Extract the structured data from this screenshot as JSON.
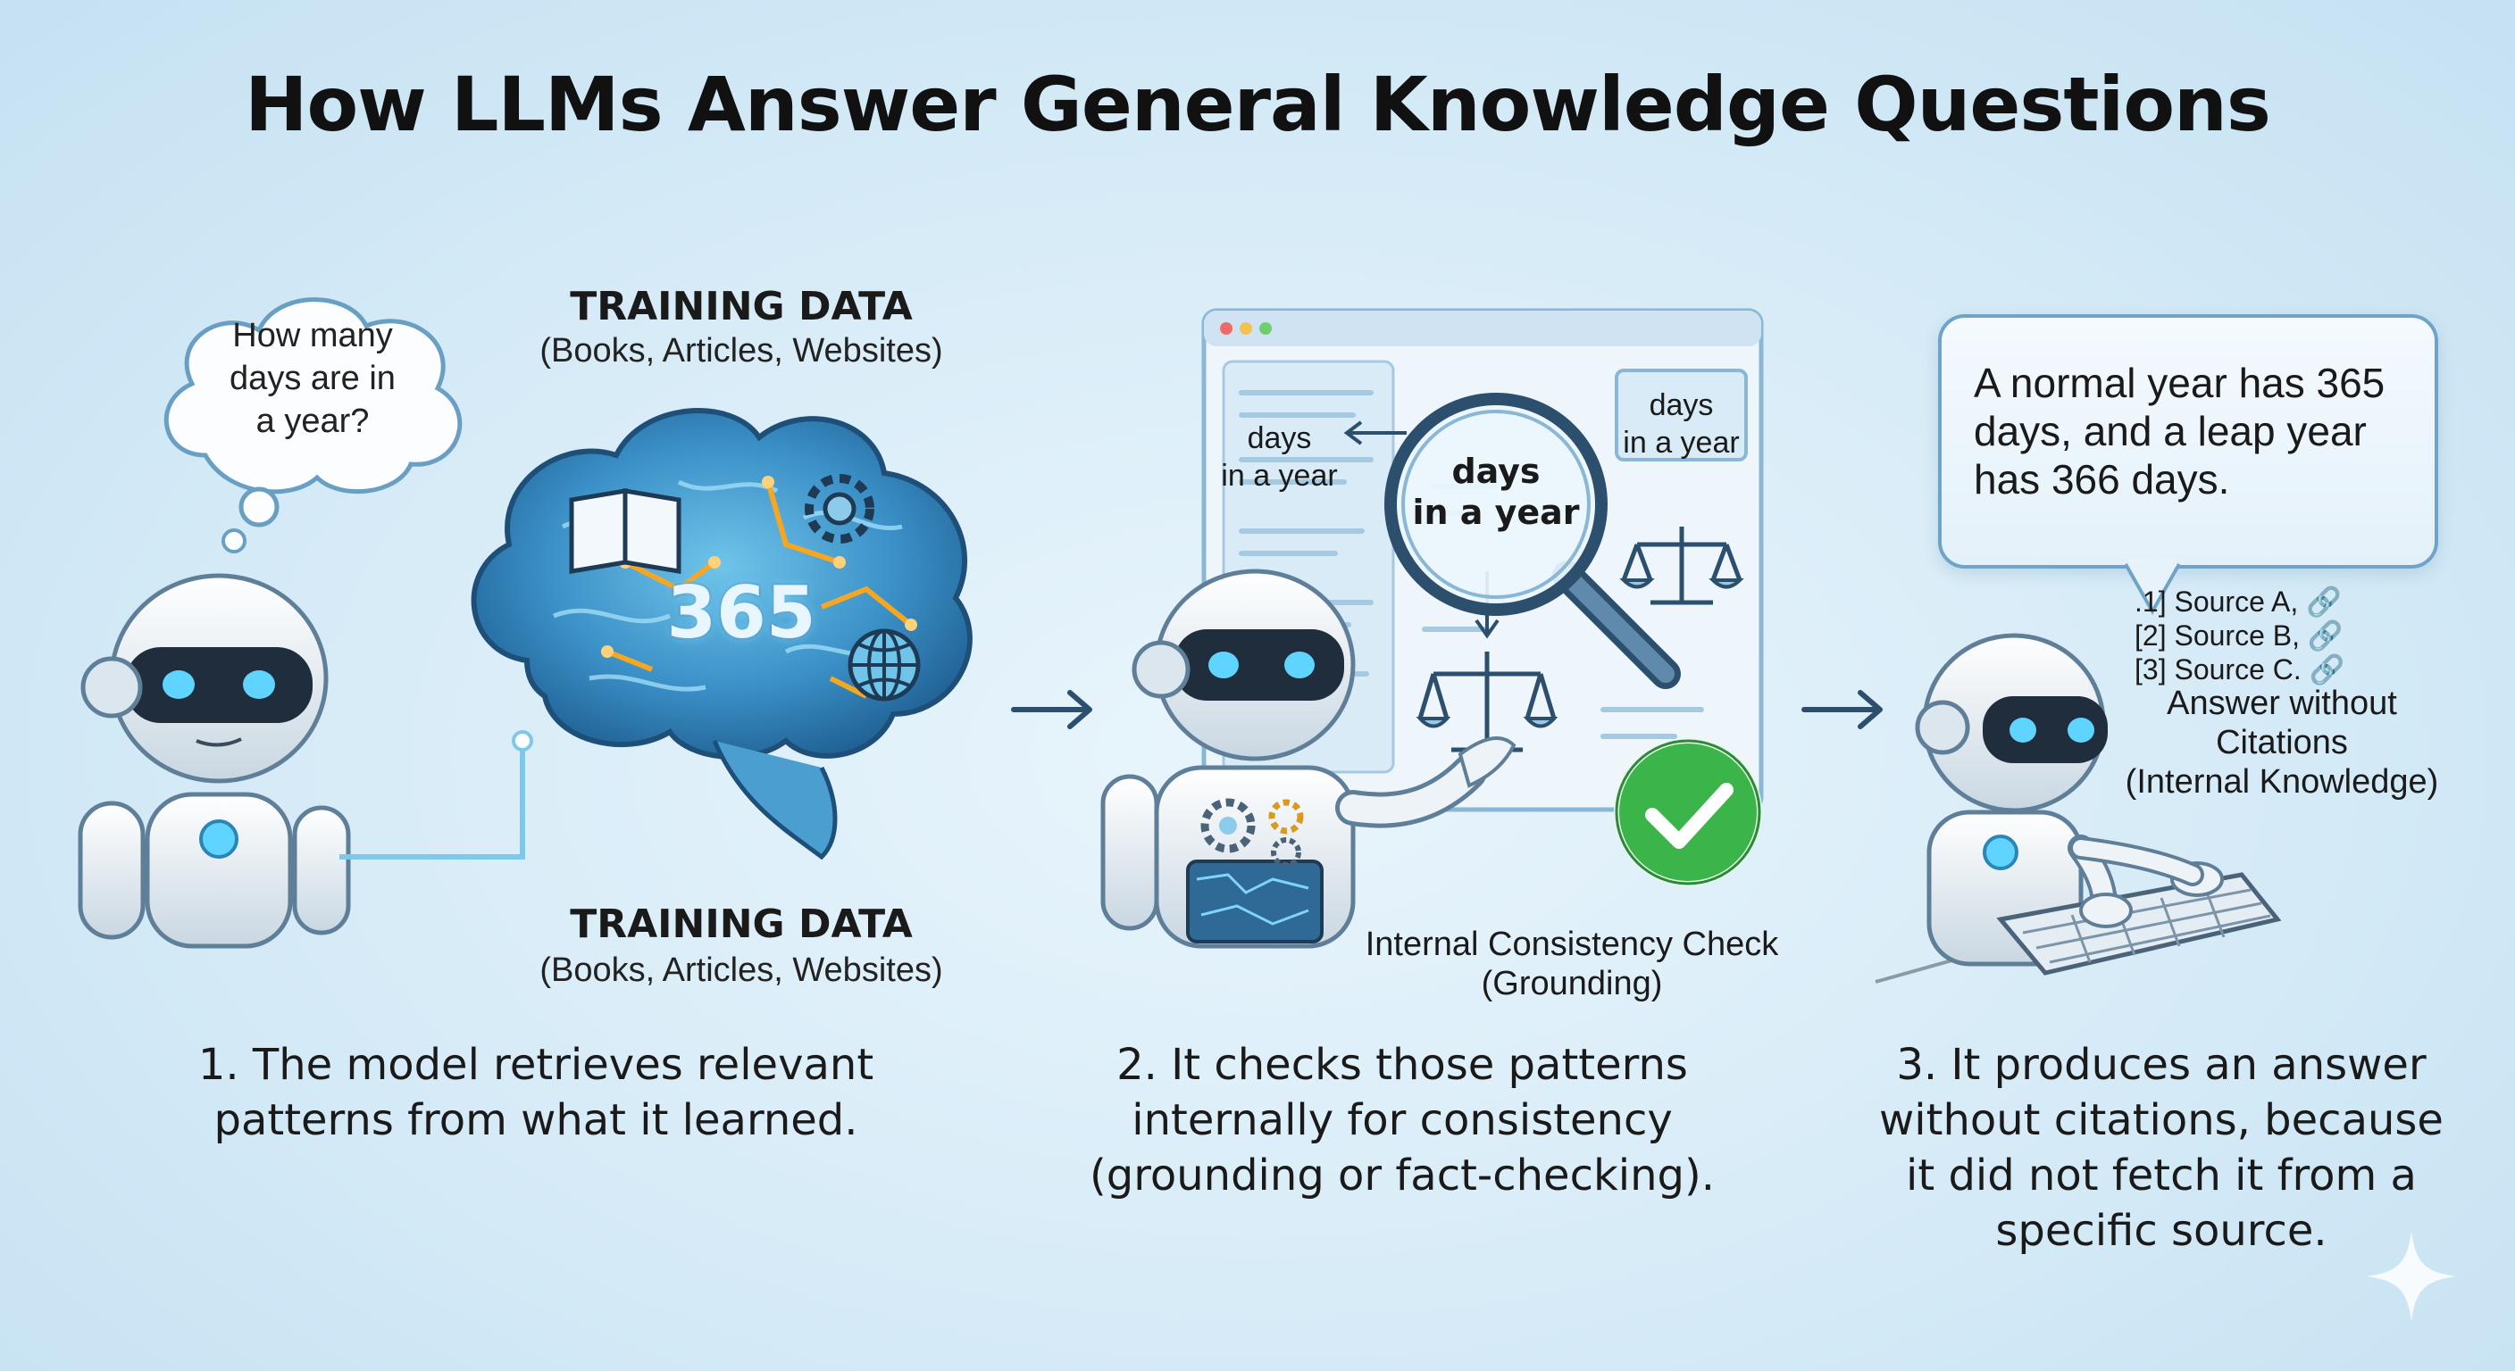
{
  "title": "How LLMs Answer General Knowledge Questions",
  "step1": {
    "question": [
      "How many",
      "days are in",
      "a year?"
    ],
    "training_top": {
      "heading": "TRAINING DATA",
      "sub": "(Books, Articles, Websites)"
    },
    "brain_number": "365",
    "training_bottom": {
      "heading": "TRAINING DATA",
      "sub": "(Books, Articles, Websites)"
    },
    "caption": [
      "1. The model retrieves relevant",
      "patterns from what it learned."
    ]
  },
  "step2": {
    "label_left": [
      "days",
      "in a year"
    ],
    "label_right": [
      "days",
      "in a year"
    ],
    "lens_label": [
      "days",
      "in a year"
    ],
    "check_label": [
      "Internal Consistency Check",
      "(Grounding)"
    ],
    "caption": [
      "2. It checks those patterns",
      "internally for consistency",
      "(grounding or fact-checking)."
    ]
  },
  "step3": {
    "answer": [
      "A normal year has 365",
      "days, and a leap year",
      "has 366 days."
    ],
    "sources": [
      ".1] Source A,",
      "[2] Source B,",
      "[3] Source C."
    ],
    "note": [
      "Answer without",
      "Citations",
      "(Internal Knowledge)"
    ],
    "caption": [
      "3. It produces an answer",
      "without citations, because",
      "it did not fetch it from a",
      "specific source."
    ]
  },
  "colors": {
    "accent": "#4fc3f7",
    "outline": "#6fa3c8",
    "check_green": "#3bb54a",
    "glow_orange": "#f5a623"
  }
}
